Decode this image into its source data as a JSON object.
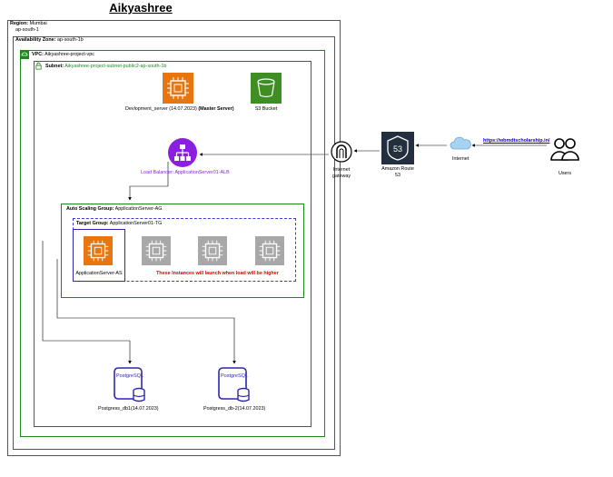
{
  "title": "Aikyashree",
  "region": {
    "label": "Region:",
    "name": "Mumbai",
    "code": "ap-south-1"
  },
  "availability_zone": {
    "label": "Availability Zone:",
    "name": "ap-south-1b"
  },
  "vpc": {
    "label": "VPC:",
    "name": "Aikyashree-project-vpc"
  },
  "subnet": {
    "label": "Subnet:",
    "name": "Aikyashree-project-subnet-public2-ap-south-1b"
  },
  "dev_server": {
    "label": "Devlopment_server (14.07.2023)",
    "role": "(Master Server)"
  },
  "s3_bucket": {
    "label": "S3 Bucket"
  },
  "load_balancer": {
    "label": "Load Balancer: ApplicationServer01-ALB"
  },
  "internet_gateway": {
    "label": "Internet gateway"
  },
  "route53": {
    "label": "Amazon Route 53",
    "badge": "53"
  },
  "internet": {
    "label": "Internet"
  },
  "website": {
    "url": "https://wbmdtscholarship.in/"
  },
  "users": {
    "label": "Users"
  },
  "asg": {
    "label": "Auto Scaling Group:",
    "name": "ApplicationServer-AG"
  },
  "target_group": {
    "label": "Target Group:",
    "name": "ApplicationServer01-TG"
  },
  "app_server": {
    "label": "ApplicationServer-AS"
  },
  "note": {
    "text": "These Instances will launch when load will be higher"
  },
  "db1": {
    "badge": "PostgreSQL",
    "label": "Postgress_db1(14.07.2023)"
  },
  "db2": {
    "badge": "PostgreSQL",
    "label": "Postgress_db-2(14.07.2023)"
  },
  "colors": {
    "ec2_orange": "#e8750d",
    "s3_green": "#3e8e24",
    "alb_purple": "#8a1fe0",
    "db_blue": "#2e27ad",
    "route53_navy": "#232f3e",
    "vpc_green": "#1b8a1b",
    "ghost_gray": "#a8a8a8"
  }
}
